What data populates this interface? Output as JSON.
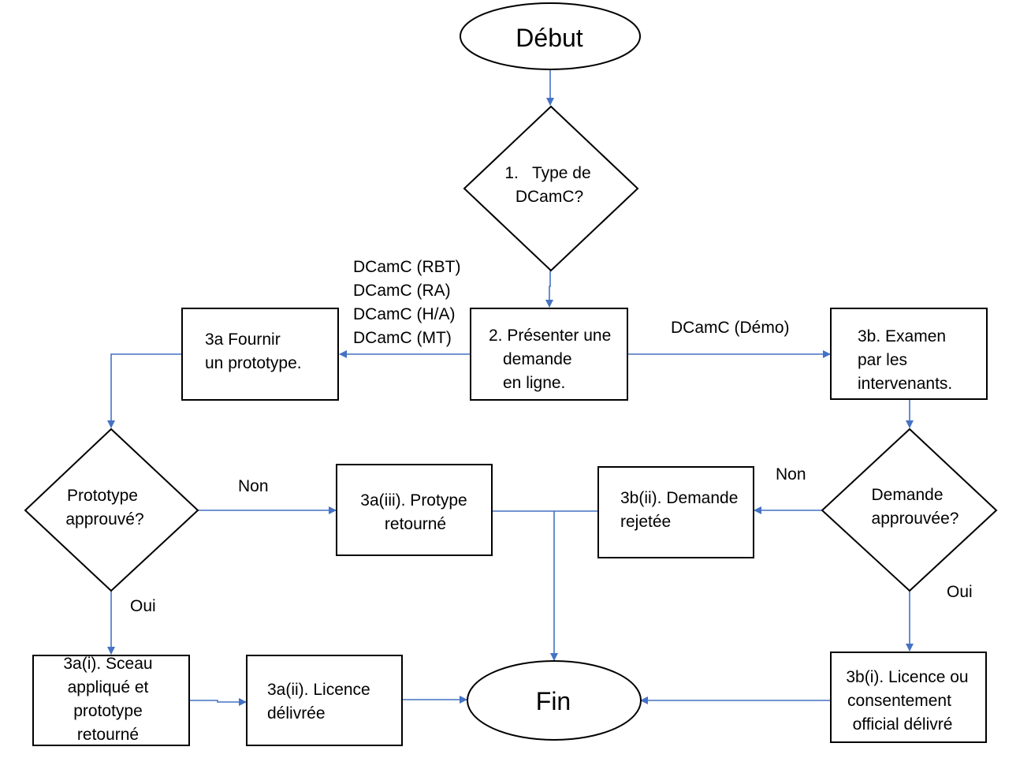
{
  "colors": {
    "connector": "#4472C4",
    "shape_stroke": "#000000",
    "background": "#ffffff"
  },
  "nodes": {
    "start": {
      "lines": [
        "Début"
      ]
    },
    "decision_type": {
      "lines": [
        "1.   Type de",
        "DCamC?"
      ]
    },
    "online_request": {
      "lines": [
        "2. Présenter une",
        "demande",
        "en ligne."
      ]
    },
    "provide_prototype": {
      "lines": [
        "3a Fournir",
        "un prototype."
      ]
    },
    "stakeholder_review": {
      "lines": [
        "3b. Examen",
        "par les",
        "intervenants."
      ]
    },
    "prototype_approved": {
      "lines": [
        "Prototype",
        "approuvé?"
      ]
    },
    "prototype_returned": {
      "lines": [
        "3a(iii). Protype",
        "retourné"
      ]
    },
    "request_rejected": {
      "lines": [
        "3b(ii). Demande",
        "rejetée"
      ]
    },
    "request_approved": {
      "lines": [
        "Demande",
        "approuvée?"
      ]
    },
    "seal_applied": {
      "lines": [
        "3a(i). Sceau",
        "appliqué et",
        "prototype",
        "retourné"
      ]
    },
    "licence_issued": {
      "lines": [
        "3a(ii). Licence",
        "délivrée"
      ]
    },
    "end": {
      "lines": [
        "Fin"
      ]
    },
    "licence_or_consent": {
      "lines": [
        "3b(i). Licence ou",
        "consentement",
        "official délivré"
      ]
    }
  },
  "edge_labels": {
    "dcamc_types": [
      "DCamC (RBT)",
      "DCamC (RA)",
      "DCamC (H/A)",
      "DCamC (MT)"
    ],
    "dcamc_demo": "DCamC (Démo)",
    "non_left": "Non",
    "oui_left": "Oui",
    "non_right": "Non",
    "oui_right": "Oui"
  }
}
